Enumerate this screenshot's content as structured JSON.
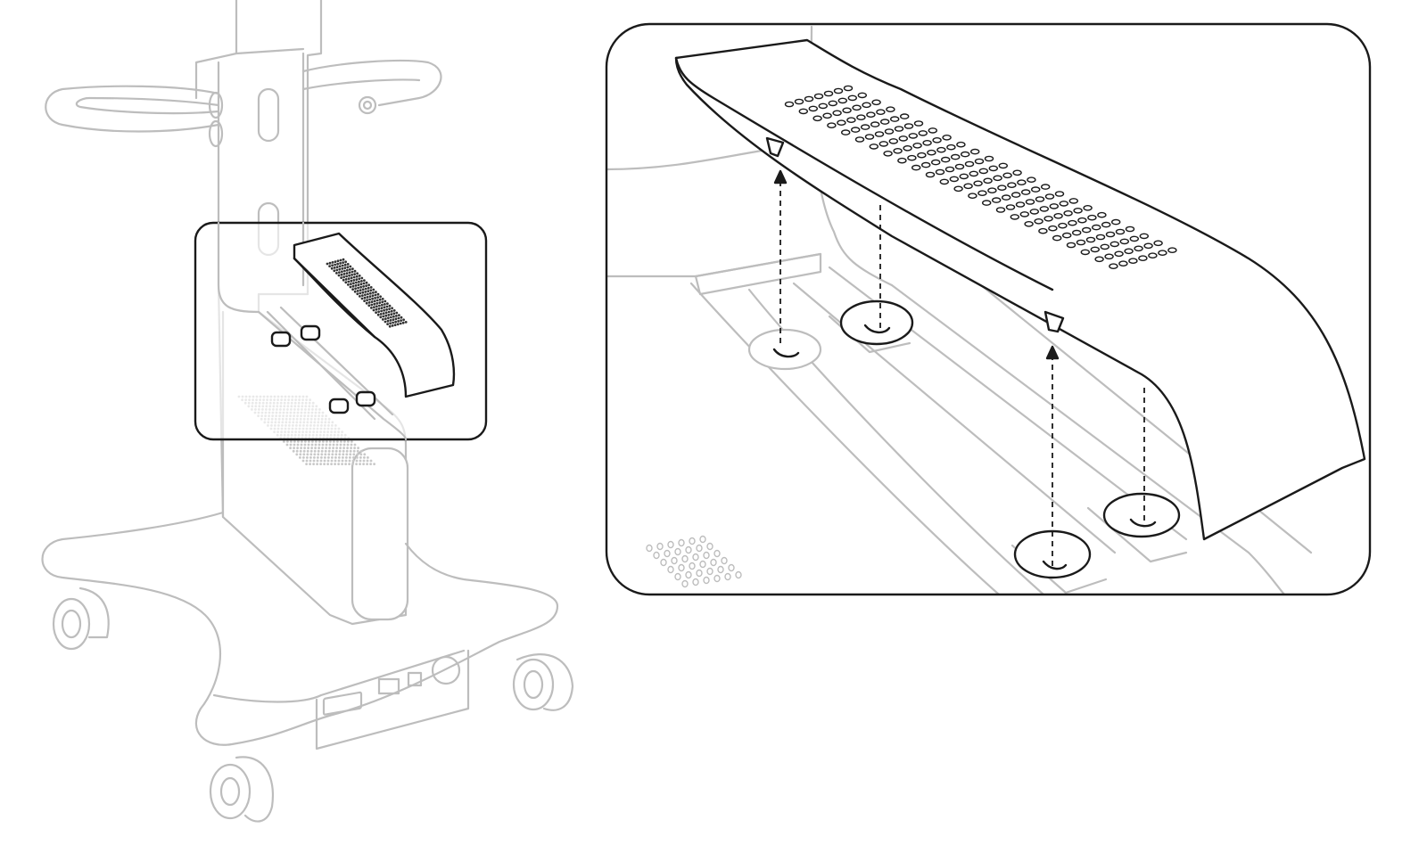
{
  "diagram": {
    "subject": "cart-top-cover-installation",
    "colors": {
      "line_primary": "#1a1a1a",
      "line_secondary": "#bdbdbd",
      "background": "#ffffff"
    },
    "cover_vent_grid": {
      "rows": 7,
      "columns": 24
    }
  }
}
